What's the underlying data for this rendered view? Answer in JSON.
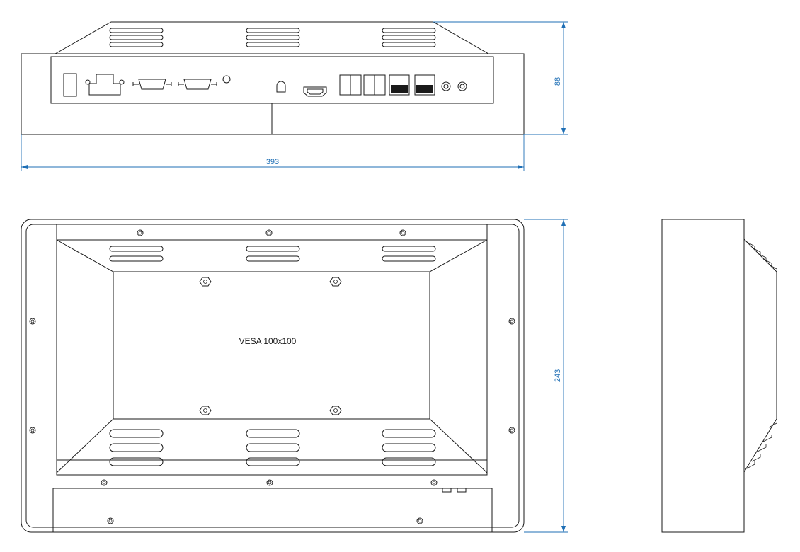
{
  "dimensions": {
    "height": "88",
    "width": "393",
    "depth": "243"
  },
  "labels": {
    "vesa": "VESA 100x100"
  },
  "colors": {
    "line": "#1a1a1a",
    "dimension": "#1f6fb5",
    "background": "#ffffff"
  }
}
